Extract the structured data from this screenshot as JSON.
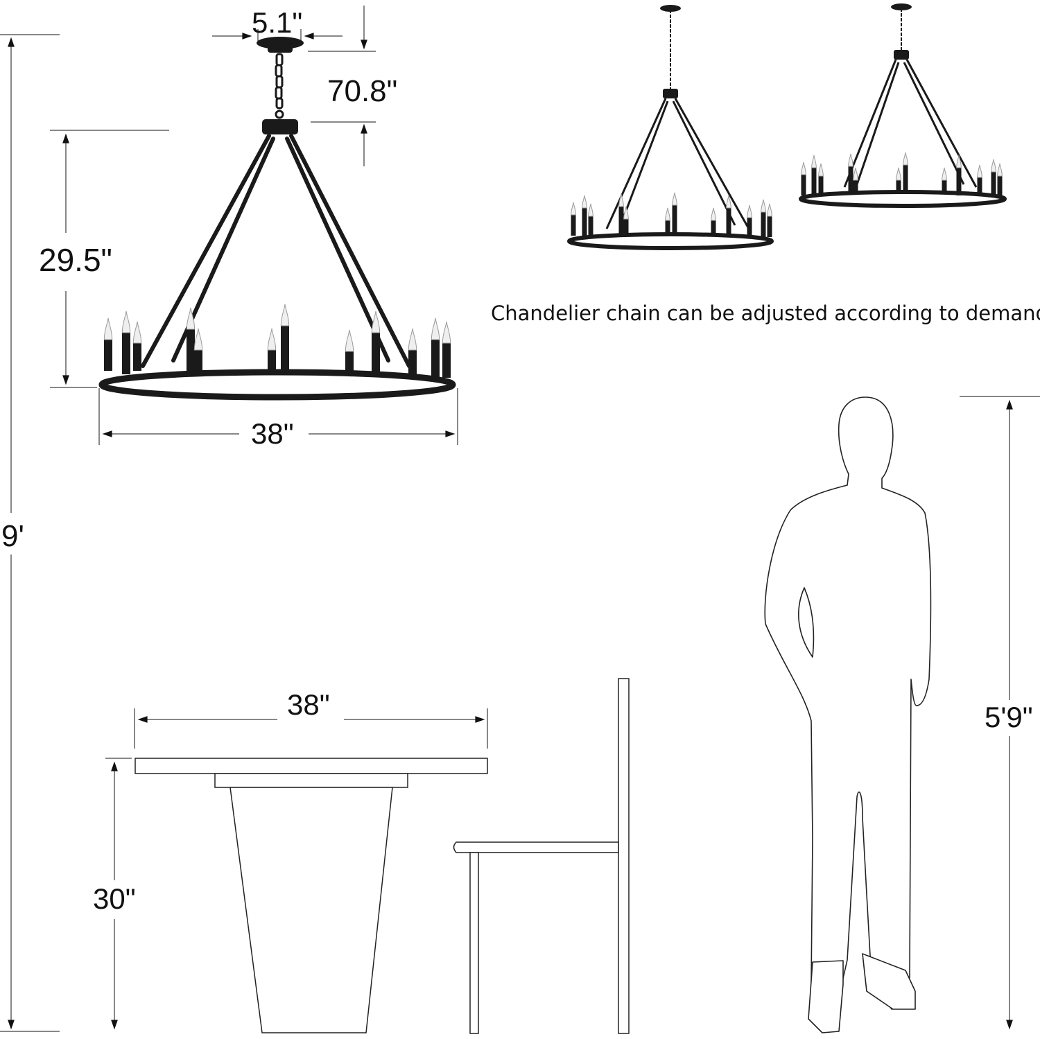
{
  "dimensions": {
    "canopy_width": "5.1\"",
    "chain_length": "70.8\"",
    "fixture_height": "29.5\"",
    "fixture_width": "38\"",
    "ceiling_height": "9'",
    "table_width": "38\"",
    "table_height": "30\"",
    "person_height": "5'9\""
  },
  "caption": "Chandelier chain can be adjusted according to demand",
  "colors": {
    "fixture": "#1a1a1a",
    "line": "#222222",
    "bulb": "#efefef"
  }
}
